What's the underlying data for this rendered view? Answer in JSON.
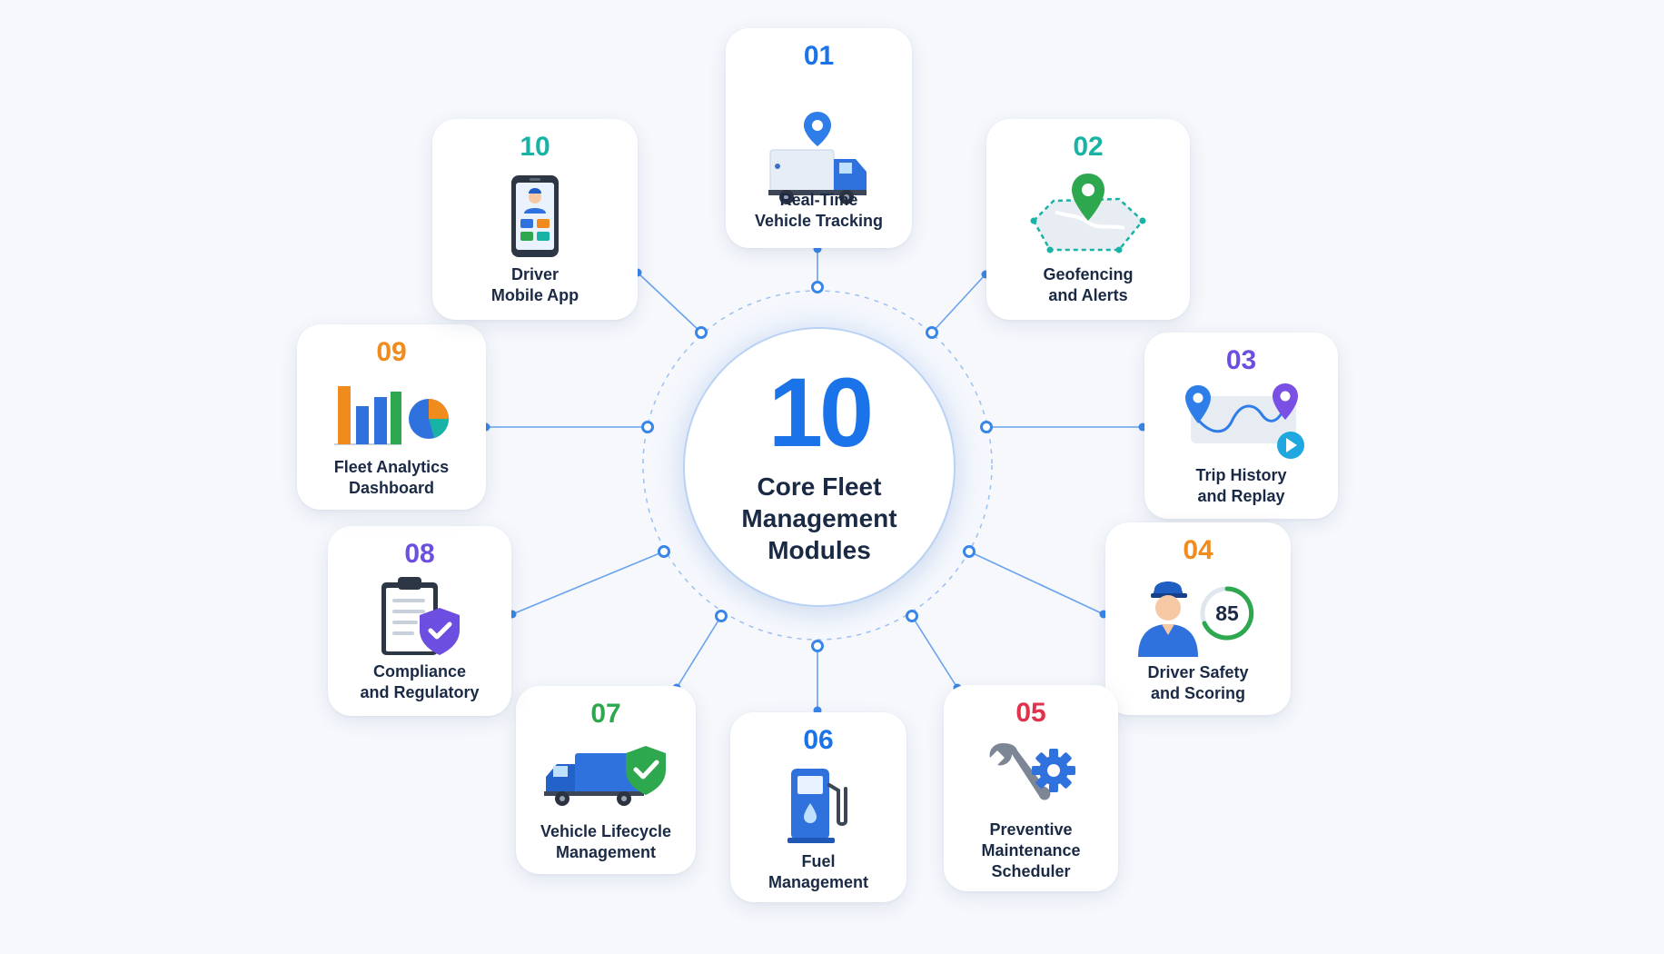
{
  "hub": {
    "number": "10",
    "title": "Core Fleet Management Modules"
  },
  "colors": {
    "blue": "#1a73e8",
    "teal": "#19b3a6",
    "purple": "#6c4ee0",
    "orange": "#f08c1e",
    "red": "#e0324b",
    "green": "#2ea84f",
    "connector": "#3a86e8"
  },
  "modules": [
    {
      "num": "01",
      "label": "Real-Time\nVehicle Tracking",
      "color": "#1a73e8",
      "icon": "truck-location-icon"
    },
    {
      "num": "02",
      "label": "Geofencing\nand Alerts",
      "color": "#19b3a6",
      "icon": "geofence-map-icon"
    },
    {
      "num": "03",
      "label": "Trip History\nand Replay",
      "color": "#6c4ee0",
      "icon": "route-replay-icon"
    },
    {
      "num": "04",
      "label": "Driver Safety\nand Scoring",
      "color": "#f08c1e",
      "icon": "driver-score-icon",
      "score": "85"
    },
    {
      "num": "05",
      "label": "Preventive\nMaintenance\nScheduler",
      "color": "#e0324b",
      "icon": "wrench-gear-icon"
    },
    {
      "num": "06",
      "label": "Fuel\nManagement",
      "color": "#1a73e8",
      "icon": "fuel-pump-icon"
    },
    {
      "num": "07",
      "label": "Vehicle Lifecycle\nManagement",
      "color": "#2ea84f",
      "icon": "truck-shield-icon"
    },
    {
      "num": "08",
      "label": "Compliance\nand Regulatory",
      "color": "#6c4ee0",
      "icon": "clipboard-shield-icon"
    },
    {
      "num": "09",
      "label": "Fleet Analytics\nDashboard",
      "color": "#f08c1e",
      "icon": "analytics-chart-icon"
    },
    {
      "num": "10",
      "label": "Driver\nMobile App",
      "color": "#19b3a6",
      "icon": "mobile-app-icon"
    }
  ]
}
